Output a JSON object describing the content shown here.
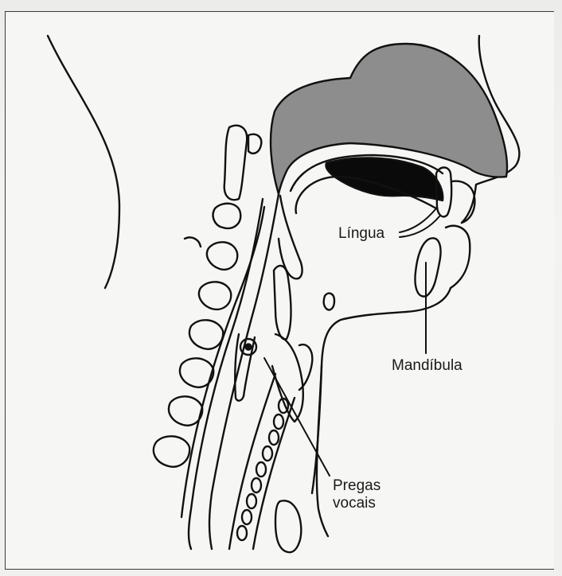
{
  "labels": {
    "tongue": "Língua",
    "jaw": "Mandíbula",
    "vocal_folds_line1": "Pregas",
    "vocal_folds_line2": "vocais"
  },
  "colors": {
    "stroke": "#111111",
    "palate_fill": "#8d8d8d",
    "tongue_dark": "#0a0a0a",
    "paper": "#f6f6f4"
  }
}
